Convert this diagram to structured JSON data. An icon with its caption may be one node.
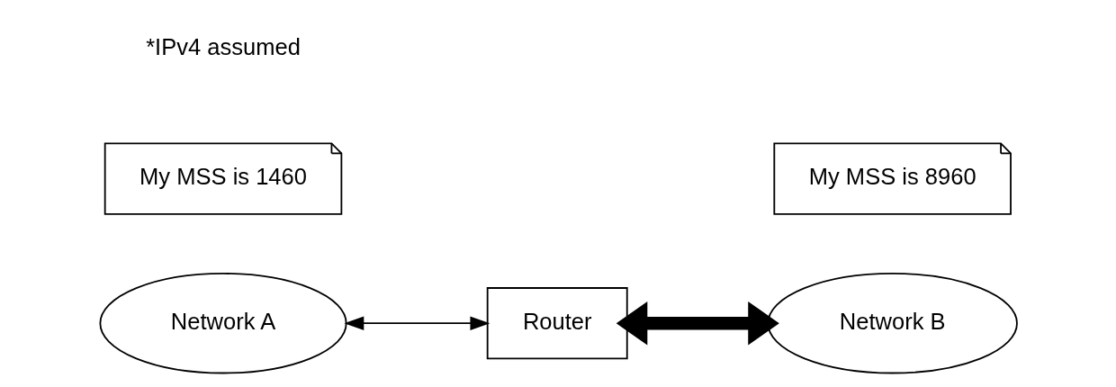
{
  "diagram": {
    "nodes": [
      {
        "text": [
          "My MSS is 1460"
        ]
      },
      {
        "text": [
          "Network A"
        ]
      },
      {
        "text": [
          "Router"
        ]
      },
      {
        "text": [
          "My MSS is 8960"
        ]
      },
      {
        "text": [
          "Network B"
        ]
      }
    ],
    "edges": [
      {
        "from": 1,
        "to": 2,
        "arrow": "both"
      },
      {
        "from": 2,
        "to": 4,
        "arrow": "both",
        "style": "thick"
      }
    ],
    "labels": [
      "*IPv4 assumed"
    ]
  }
}
